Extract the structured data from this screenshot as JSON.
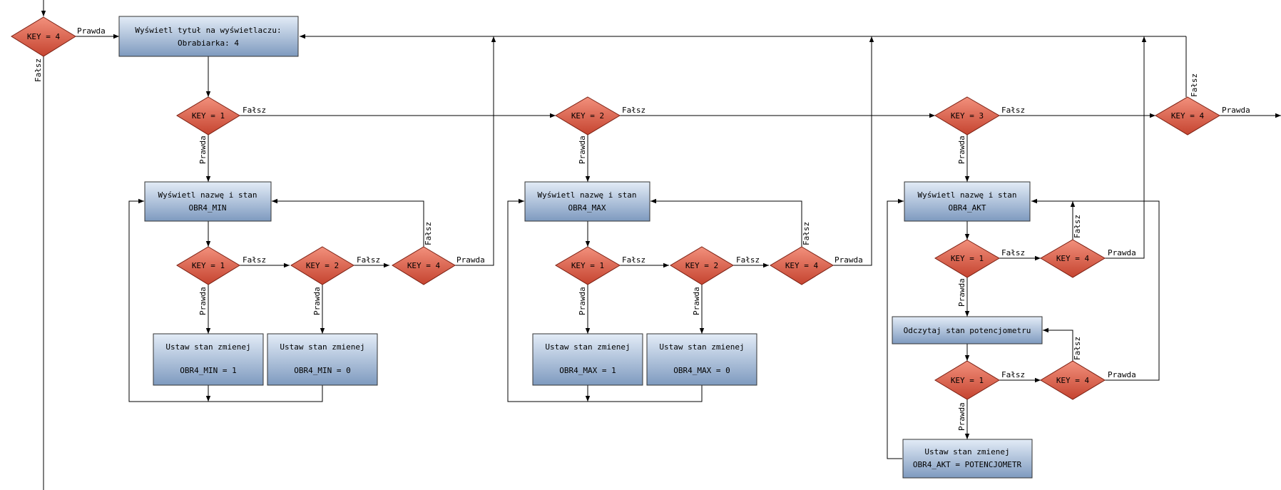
{
  "labels": {
    "true": "Prawda",
    "false": "Fałsz"
  },
  "nodes": {
    "key4_top": "KEY = 4",
    "title_line1": "Wyświetl tytuł na wyświetlaczu:",
    "title_line2": "Obrabiarka: 4",
    "d1": "KEY = 1",
    "d2": "KEY = 2",
    "d3": "KEY = 3",
    "d4r": "KEY = 4",
    "min_disp1": "Wyświetl nazwę i stan",
    "min_disp2": "OBR4_MIN",
    "min_k1": "KEY = 1",
    "min_k2": "KEY = 2",
    "min_k4": "KEY = 4",
    "min_set1_a": "Ustaw stan zmienej",
    "min_set1_b": "OBR4_MIN = 1",
    "min_set0_a": "Ustaw stan zmienej",
    "min_set0_b": "OBR4_MIN = 0",
    "max_disp1": "Wyświetl nazwę i stan",
    "max_disp2": "OBR4_MAX",
    "max_k1": "KEY = 1",
    "max_k2": "KEY = 2",
    "max_k4": "KEY = 4",
    "max_set1_a": "Ustaw stan zmienej",
    "max_set1_b": "OBR4_MAX = 1",
    "max_set0_a": "Ustaw stan zmienej",
    "max_set0_b": "OBR4_MAX = 0",
    "akt_disp1": "Wyświetl nazwę i stan",
    "akt_disp2": "OBR4_AKT",
    "akt_k1a": "KEY = 1",
    "akt_k4a": "KEY = 4",
    "akt_read": "Odczytaj stan potencjometru",
    "akt_k1b": "KEY = 1",
    "akt_k4b": "KEY = 4",
    "akt_set_a": "Ustaw stan zmienej",
    "akt_set_b": "OBR4_AKT = POTENCJOMETR"
  },
  "colors": {
    "box_top": "#dbe7f5",
    "box_bottom": "#7f9bc0",
    "diamond_top": "#f0836f",
    "diamond_bottom": "#c94a36",
    "line": "#000000"
  }
}
